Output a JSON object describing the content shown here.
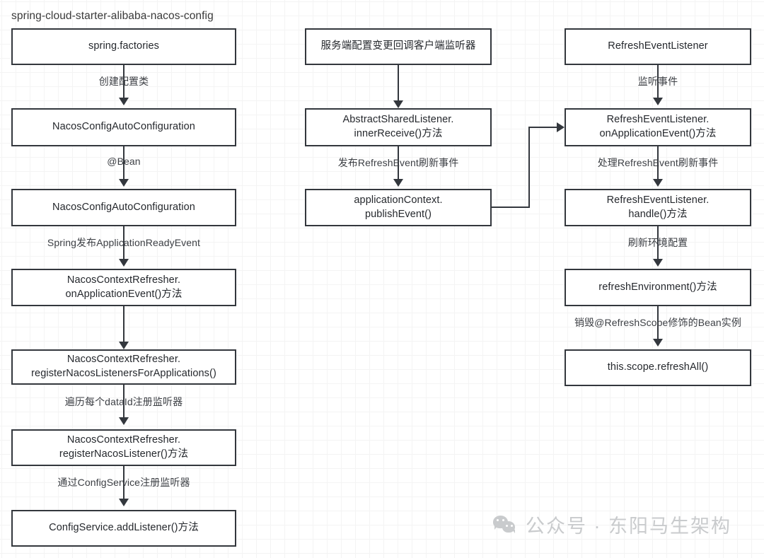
{
  "diagram": {
    "title_left": "spring-cloud-starter-alibaba-nacos-config",
    "columns": [
      {
        "id": "left",
        "nodes": [
          {
            "label": "spring.factories"
          },
          {
            "label": "NacosConfigAutoConfiguration"
          },
          {
            "label": "NacosConfigAutoConfiguration"
          },
          {
            "line1": "NacosContextRefresher.",
            "line2": "onApplicationEvent()方法"
          },
          {
            "line1": "NacosContextRefresher.",
            "line2": "registerNacosListenersForApplications()"
          },
          {
            "line1": "NacosContextRefresher.",
            "line2": "registerNacosListener()方法"
          },
          {
            "label": "ConfigService.addListener()方法"
          }
        ],
        "edges": [
          {
            "label": "创建配置类"
          },
          {
            "label": "@Bean"
          },
          {
            "label": "Spring发布ApplicationReadyEvent"
          },
          {
            "label": ""
          },
          {
            "label": "遍历每个dataId注册监听器"
          },
          {
            "label": "通过ConfigService注册监听器"
          }
        ]
      },
      {
        "id": "middle",
        "nodes": [
          {
            "label": "服务端配置变更回调客户端监听器"
          },
          {
            "line1": "AbstractSharedListener.",
            "line2": "innerReceive()方法"
          },
          {
            "line1": "applicationContext.",
            "line2": "publishEvent()"
          }
        ],
        "edges": [
          {
            "label": ""
          },
          {
            "label": "发布RefreshEvent刷新事件"
          }
        ]
      },
      {
        "id": "right",
        "nodes": [
          {
            "label": "RefreshEventListener"
          },
          {
            "line1": "RefreshEventListener.",
            "line2": "onApplicationEvent()方法"
          },
          {
            "line1": "RefreshEventListener.",
            "line2": "handle()方法"
          },
          {
            "label": "refreshEnvironment()方法"
          },
          {
            "label": "this.scope.refreshAll()"
          }
        ],
        "edges": [
          {
            "label": "监听事件"
          },
          {
            "label": "处理RefreshEvent刷新事件"
          },
          {
            "label": "刷新环境配置"
          },
          {
            "label": "销毁@RefreshScope修饰的Bean实例"
          }
        ]
      }
    ],
    "cross_edge": {
      "from": "applicationContext.publishEvent()",
      "to": "RefreshEventListener.onApplicationEvent()方法",
      "label": ""
    }
  },
  "watermark": {
    "icon": "wechat-icon",
    "text": "公众号 · 东阳马生架构"
  },
  "colors": {
    "border": "#33373d",
    "text": "#25282d",
    "grid_minor": "#f4f4f4",
    "grid_major": "#ececec",
    "watermark": "#c9cbcd",
    "background": "#ffffff"
  }
}
